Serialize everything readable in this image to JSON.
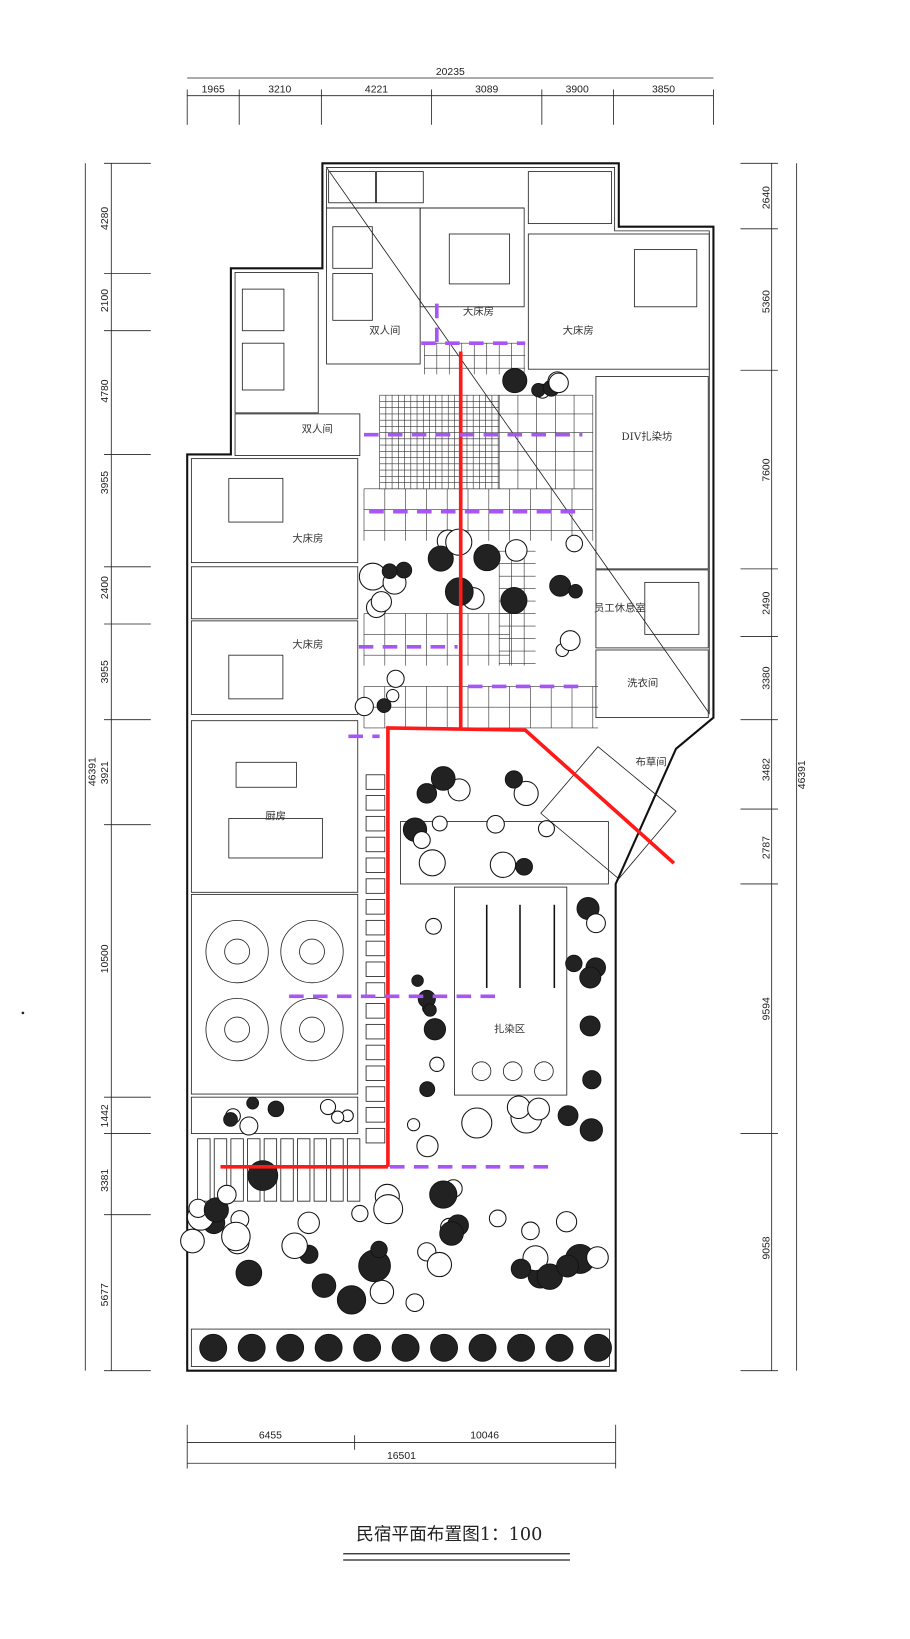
{
  "drawing": {
    "title": "民宿平面布置图1：100",
    "colors": {
      "route": "#ff1a1a",
      "secondary_route": "#a855f7",
      "line": "#111111"
    }
  },
  "dimensions": {
    "top_total": "20235",
    "top_segments": [
      "1965",
      "3210",
      "4221",
      "3089",
      "3900",
      "3850"
    ],
    "left_total": "46391",
    "left_segments": [
      "4280",
      "2100",
      "4780",
      "3955",
      "2400",
      "3955",
      "3921",
      "10500",
      "1442",
      "3381",
      "5677"
    ],
    "right_total": "46391",
    "right_segments": [
      "2640",
      "5360",
      "7600",
      "2490",
      "3380",
      "3482",
      "2787",
      "9594",
      "9058"
    ],
    "bottom_total": "16501",
    "bottom_segments": [
      "6455",
      "10046"
    ]
  },
  "rooms": [
    {
      "label": "双人间"
    },
    {
      "label": "大床房"
    },
    {
      "label": "大床房"
    },
    {
      "label": "双人间"
    },
    {
      "label": "DIV扎染坊"
    },
    {
      "label": "大床房"
    },
    {
      "label": "员工休息室"
    },
    {
      "label": "大床房"
    },
    {
      "label": "洗衣间"
    },
    {
      "label": "布草间"
    },
    {
      "label": "厨房"
    },
    {
      "label": "扎染区"
    }
  ]
}
